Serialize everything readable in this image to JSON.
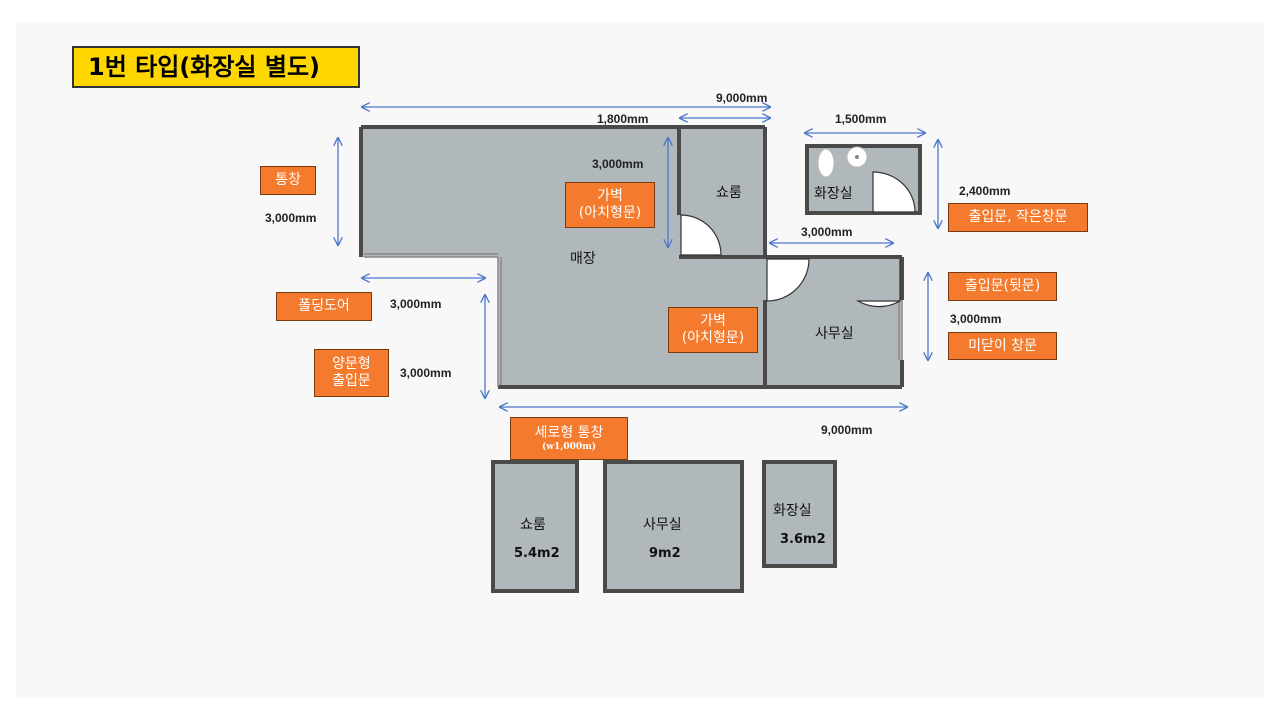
{
  "title": "1번 타입(화장실 별도)",
  "rooms": {
    "store": "매장",
    "showroom": "쇼룸",
    "office": "사무실",
    "restroom": "화장실"
  },
  "labels": {
    "window": "통창",
    "folding_door": "폴딩도어",
    "double_door_line1": "양문형",
    "double_door_line2": "출입문",
    "partition1_line1": "가벽",
    "partition1_line2": "(아치형문)",
    "partition2_line1": "가벽",
    "partition2_line2": "(아치형문)",
    "vertical_window": "세로형 통창",
    "vertical_window_sub": "(w1,000m)",
    "entrance_small_window": "출입문, 작은창문",
    "back_door": "출입문(뒷문)",
    "sliding_window": "미닫이 창문"
  },
  "dimensions": {
    "top_total": "9,000mm",
    "top_showroom": "1,800mm",
    "restroom_width": "1,500mm",
    "showroom_height": "3,000mm",
    "window_height": "3,000mm",
    "restroom_height": "2,400mm",
    "office_width": "3,000mm",
    "folding_width": "3,000mm",
    "door_height": "3,000mm",
    "office_height": "3,000mm",
    "bottom_total": "9,000mm"
  },
  "area_boxes": [
    {
      "name": "쇼룸",
      "area": "5.4m2"
    },
    {
      "name": "사무실",
      "area": "9m2"
    },
    {
      "name": "화장실",
      "area": "3.6m2"
    }
  ],
  "colors": {
    "floor": "#b0b8bb",
    "wall": "#4a4a4a",
    "label": "#f47a2e",
    "title_bg": "#ffd700",
    "dim_arrow": "#4a78c8"
  }
}
